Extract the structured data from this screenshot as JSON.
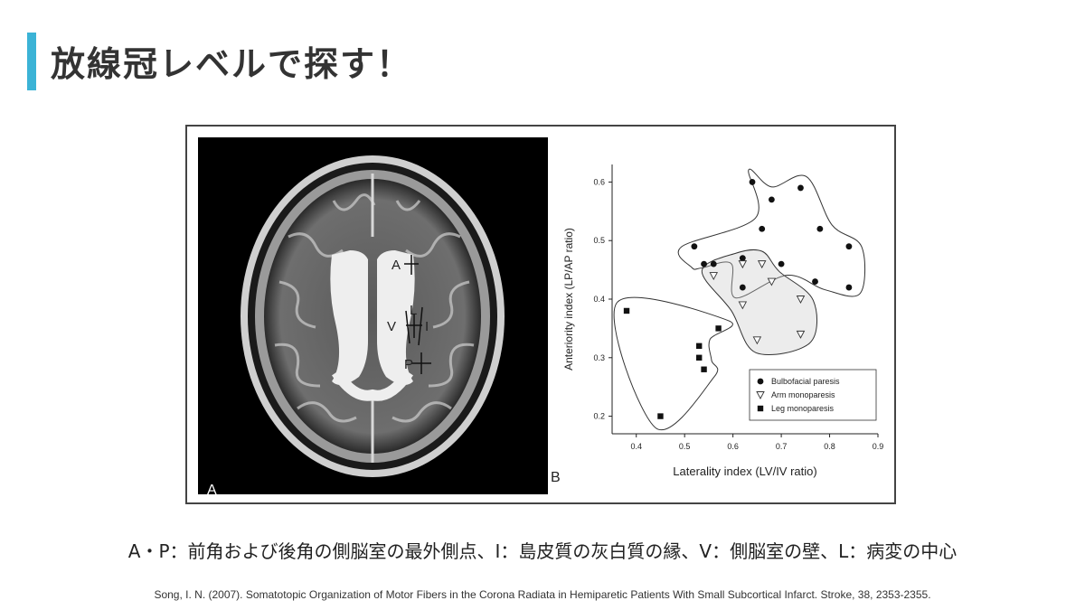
{
  "slide": {
    "title": "放線冠レベルで探す！",
    "accent_color": "#3bb3d6",
    "caption": "A・P：前角および後角の側脳室の最外側点、I：島皮質の灰白質の縁、V：側脳室の壁、L：病変の中心",
    "citation": "Song, I. N. (2007). Somatotopic Organization of Motor Fibers in the Corona Radiata in Hemiparetic Patients With Small Subcortical Infarct. Stroke, 38, 2353-2355."
  },
  "figure": {
    "panel_a_label": "A",
    "panel_b_label": "B",
    "mri_markers": {
      "a": "A",
      "l": "L",
      "v": "V",
      "i": "I",
      "p": "P"
    }
  },
  "chart_data": {
    "type": "scatter",
    "xlabel": "Laterality index (LV/IV ratio)",
    "ylabel": "Anteriority index (LP/AP ratio)",
    "xlim": [
      0.35,
      0.9
    ],
    "ylim": [
      0.17,
      0.63
    ],
    "xticks": [
      0.4,
      0.5,
      0.6,
      0.7,
      0.8,
      0.9
    ],
    "yticks": [
      0.2,
      0.3,
      0.4,
      0.5,
      0.6
    ],
    "grid": false,
    "legend_position": "bottom-right",
    "series": [
      {
        "name": "Bulbofacial paresis",
        "marker": "filled-circle",
        "points": [
          [
            0.52,
            0.49
          ],
          [
            0.54,
            0.46
          ],
          [
            0.56,
            0.46
          ],
          [
            0.62,
            0.47
          ],
          [
            0.62,
            0.42
          ],
          [
            0.64,
            0.6
          ],
          [
            0.66,
            0.52
          ],
          [
            0.68,
            0.57
          ],
          [
            0.7,
            0.46
          ],
          [
            0.74,
            0.59
          ],
          [
            0.77,
            0.43
          ],
          [
            0.78,
            0.52
          ],
          [
            0.84,
            0.49
          ],
          [
            0.84,
            0.42
          ]
        ]
      },
      {
        "name": "Arm monoparesis",
        "marker": "open-triangle",
        "points": [
          [
            0.56,
            0.44
          ],
          [
            0.62,
            0.46
          ],
          [
            0.66,
            0.46
          ],
          [
            0.68,
            0.43
          ],
          [
            0.62,
            0.39
          ],
          [
            0.65,
            0.33
          ],
          [
            0.74,
            0.4
          ],
          [
            0.74,
            0.34
          ]
        ]
      },
      {
        "name": "Leg monoparesis",
        "marker": "filled-square",
        "points": [
          [
            0.38,
            0.38
          ],
          [
            0.45,
            0.2
          ],
          [
            0.53,
            0.32
          ],
          [
            0.53,
            0.3
          ],
          [
            0.54,
            0.28
          ],
          [
            0.57,
            0.35
          ]
        ]
      }
    ]
  }
}
